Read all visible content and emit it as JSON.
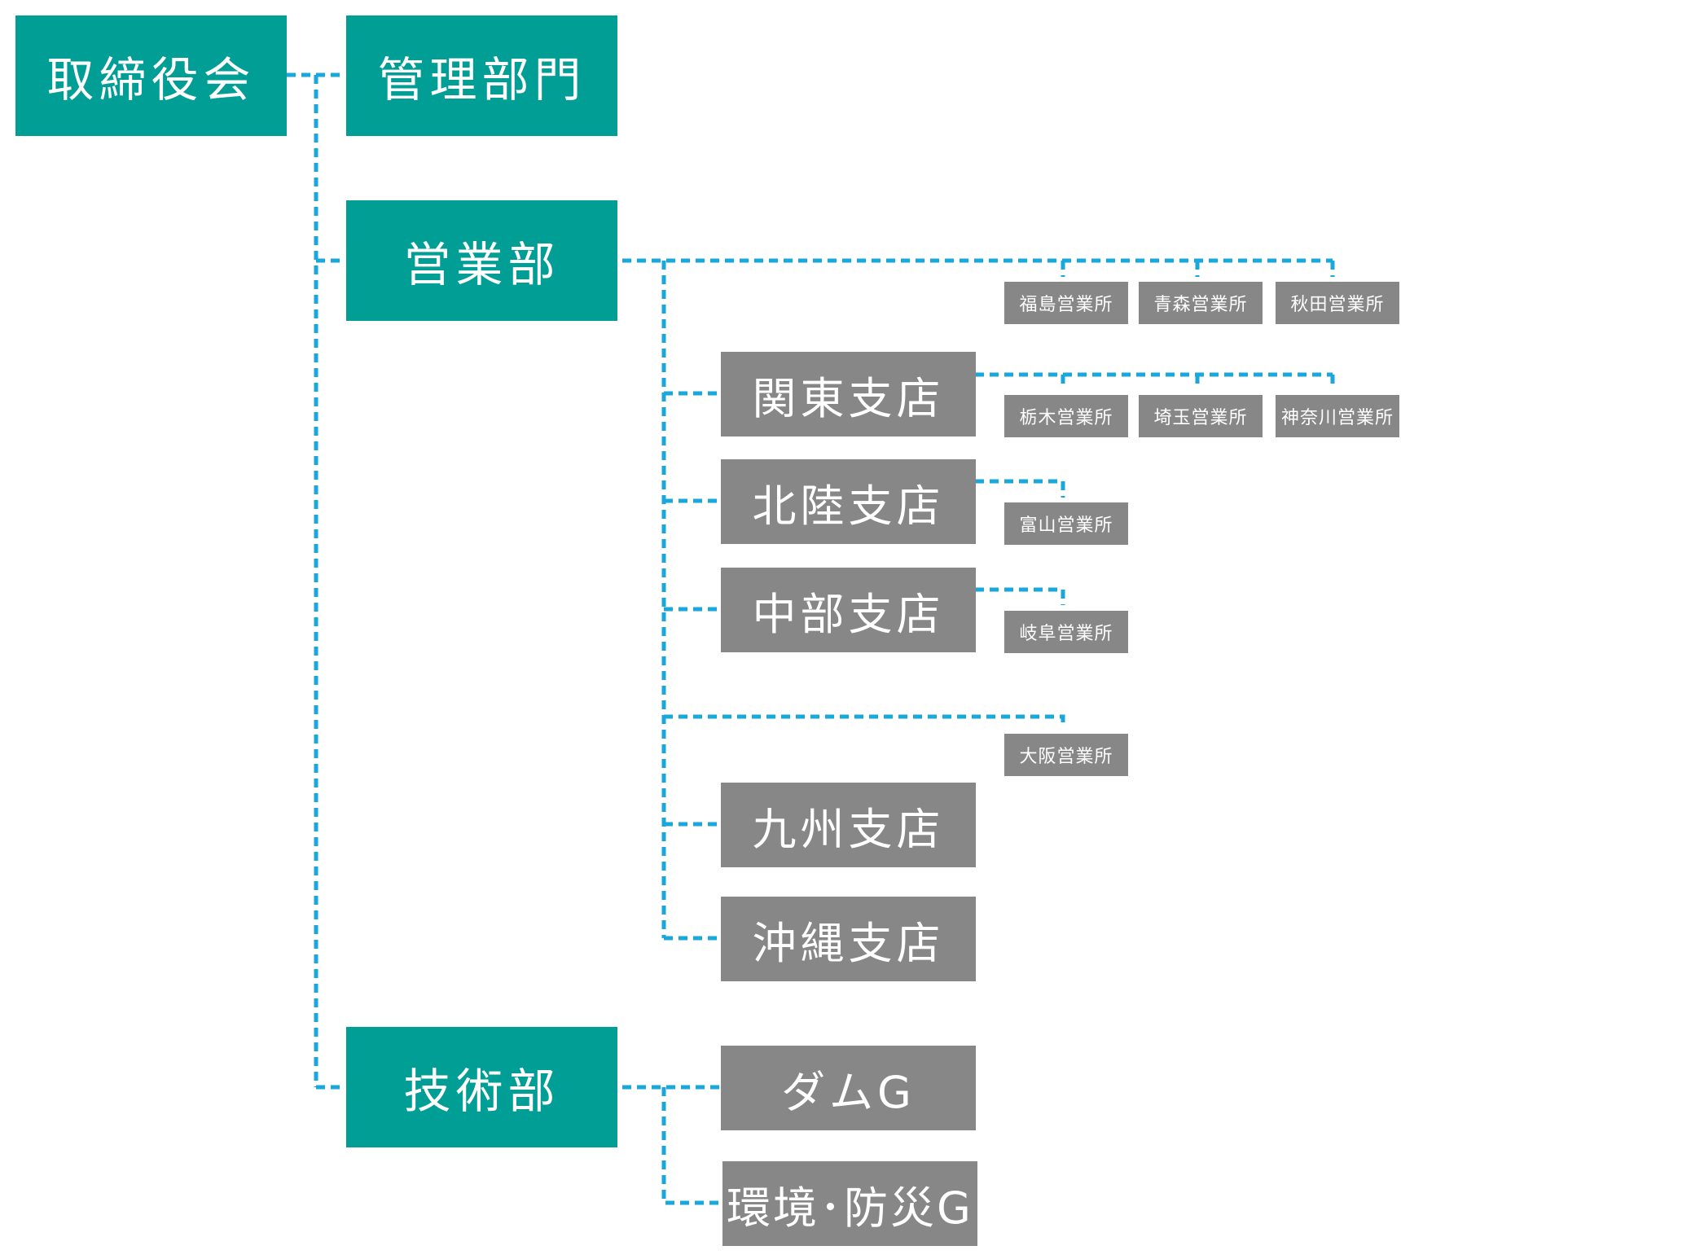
{
  "colors": {
    "teal": "#009e95",
    "gray": "#878787",
    "connector": "#1aa7dc"
  },
  "nodes": {
    "board": "取締役会",
    "admin": "管理部門",
    "sales": "営業部",
    "tech": "技術部",
    "kanto": "関東支店",
    "hokuriku": "北陸支店",
    "chubu": "中部支店",
    "kyushu": "九州支店",
    "okinawa": "沖縄支店",
    "dam": "ダムG",
    "env": "環境･防災G",
    "fukushima": "福島営業所",
    "aomori": "青森営業所",
    "akita": "秋田営業所",
    "tochigi": "栃木営業所",
    "saitama": "埼玉営業所",
    "kanagawa": "神奈川営業所",
    "toyama": "富山営業所",
    "gifu": "岐阜営業所",
    "osaka": "大阪営業所"
  }
}
